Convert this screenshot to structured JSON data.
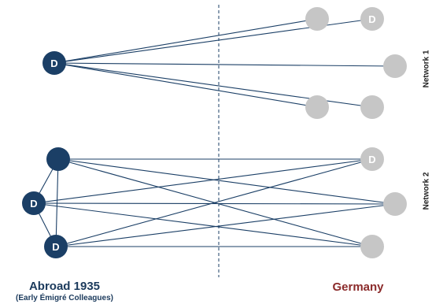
{
  "labels": {
    "abroad_title": "Abroad 1935",
    "abroad_subtitle": "(Early Émigré Colleagues)",
    "germany": "Germany",
    "network1": "Network 1",
    "network2": "Network 2"
  },
  "node_marker": "D",
  "colors": {
    "abroad_node": "#1b3f66",
    "germany_node": "#c6c6c6",
    "edge": "#1b3f66",
    "abroad_text": "#1b3a5c",
    "germany_text": "#8b2b2b"
  },
  "networks": [
    {
      "name": "Network 1",
      "nodes": [
        {
          "id": "n1a",
          "side": "abroad",
          "marked": true
        },
        {
          "id": "n1g1",
          "side": "germany",
          "marked": false
        },
        {
          "id": "n1g2",
          "side": "germany",
          "marked": true
        },
        {
          "id": "n1g3",
          "side": "germany",
          "marked": false
        },
        {
          "id": "n1g4",
          "side": "germany",
          "marked": false
        },
        {
          "id": "n1g5",
          "side": "germany",
          "marked": false
        }
      ],
      "edges": [
        [
          "n1a",
          "n1g1"
        ],
        [
          "n1a",
          "n1g2"
        ],
        [
          "n1a",
          "n1g3"
        ],
        [
          "n1a",
          "n1g4"
        ],
        [
          "n1a",
          "n1g5"
        ]
      ]
    },
    {
      "name": "Network 2",
      "nodes": [
        {
          "id": "n2a1",
          "side": "abroad",
          "marked": false
        },
        {
          "id": "n2a2",
          "side": "abroad",
          "marked": true
        },
        {
          "id": "n2a3",
          "side": "abroad",
          "marked": true
        },
        {
          "id": "n2g1",
          "side": "germany",
          "marked": true
        },
        {
          "id": "n2g2",
          "side": "germany",
          "marked": false
        },
        {
          "id": "n2g3",
          "side": "germany",
          "marked": false
        }
      ],
      "edges": [
        [
          "n2a1",
          "n2a2"
        ],
        [
          "n2a1",
          "n2a3"
        ],
        [
          "n2a2",
          "n2a3"
        ],
        [
          "n2a1",
          "n2g1"
        ],
        [
          "n2a1",
          "n2g2"
        ],
        [
          "n2a1",
          "n2g3"
        ],
        [
          "n2a2",
          "n2g1"
        ],
        [
          "n2a2",
          "n2g2"
        ],
        [
          "n2a2",
          "n2g3"
        ],
        [
          "n2a3",
          "n2g1"
        ],
        [
          "n2a3",
          "n2g2"
        ],
        [
          "n2a3",
          "n2g3"
        ]
      ]
    }
  ]
}
